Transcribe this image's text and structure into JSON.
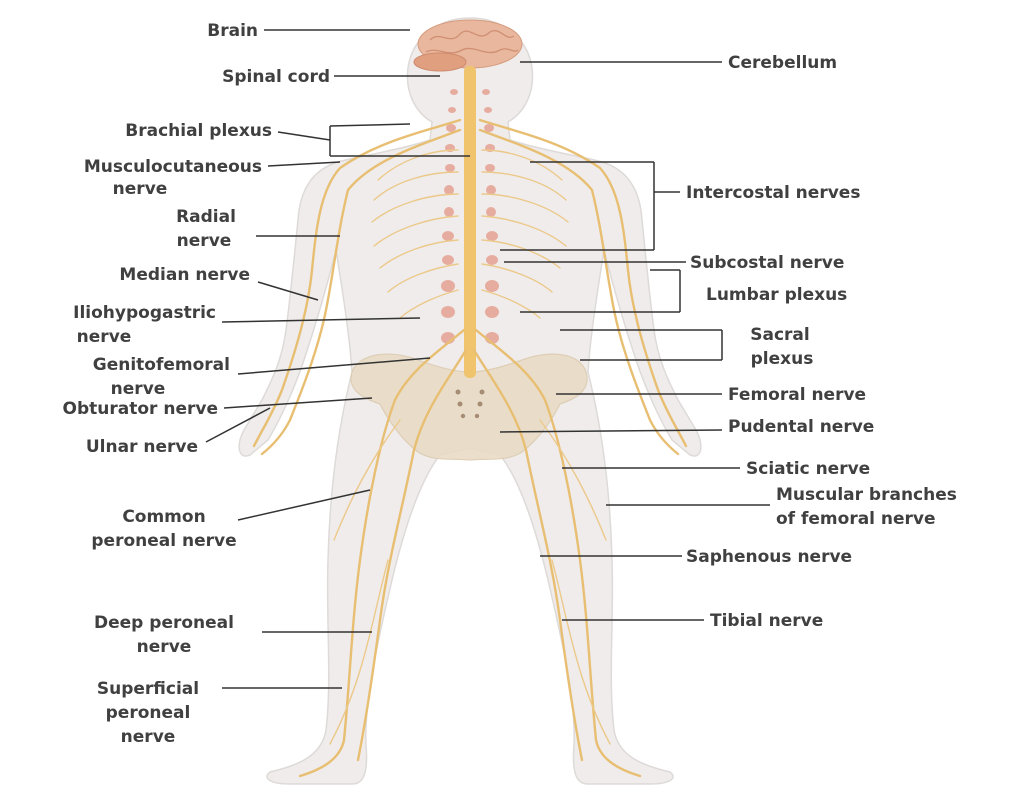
{
  "colors": {
    "skin": "#efeceb",
    "nerve": "#e8bf72",
    "spinal_cord": "#f0c46d",
    "brain": "#e8b79d",
    "vertebra": "#e6a293",
    "pelvis": "#e9dcc6",
    "label_text": "#404040",
    "leader_line": "#333333"
  },
  "labels": {
    "brain": "Brain",
    "spinal_cord": "Spinal cord",
    "brachial_plexus": "Brachial plexus",
    "musculocutaneous_1": "Musculocutaneous",
    "musculocutaneous_2": "nerve",
    "radial_1": "Radial",
    "radial_2": "nerve",
    "median": "Median nerve",
    "iliohypogastric_1": "Iliohypogastric",
    "iliohypogastric_2": "nerve",
    "genitofemoral_1": "Genitofemoral",
    "genitofemoral_2": "nerve",
    "obturator": "Obturator nerve",
    "ulnar": "Ulnar nerve",
    "common_peroneal_1": "Common",
    "common_peroneal_2": "peroneal nerve",
    "deep_peroneal_1": "Deep peroneal",
    "deep_peroneal_2": "nerve",
    "superficial_peroneal_1": "Superficial",
    "superficial_peroneal_2": "peroneal",
    "superficial_peroneal_3": "nerve",
    "cerebellum": "Cerebellum",
    "intercostal": "Intercostal nerves",
    "subcostal": "Subcostal nerve",
    "lumbar_plexus": "Lumbar plexus",
    "sacral_1": "Sacral",
    "sacral_2": "plexus",
    "femoral": "Femoral nerve",
    "pudental": "Pudental nerve",
    "sciatic": "Sciatic nerve",
    "muscular_branches_1": "Muscular branches",
    "muscular_branches_2": "of femoral nerve",
    "saphenous": "Saphenous nerve",
    "tibial": "Tibial nerve"
  }
}
